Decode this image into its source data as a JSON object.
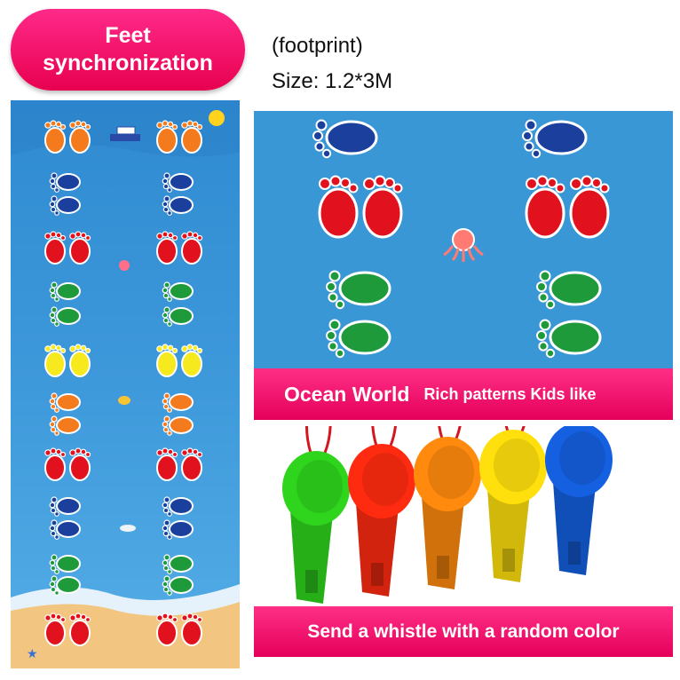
{
  "badge": {
    "line1": "Feet",
    "line2": "synchronization"
  },
  "info": {
    "line1": "(footprint)",
    "line2": "Size: 1.2*3M"
  },
  "ocean_panel": {
    "title": "Ocean World",
    "subtitle": "Rich patterns Kids like"
  },
  "whistle_panel": {
    "caption": "Send a whistle with a random color"
  },
  "colors": {
    "pink": "#e8004f",
    "mat_blue": "#3d94d6",
    "sand": "#f2c681",
    "foot_orange": "#f47a1e",
    "foot_blue": "#1a3f9c",
    "foot_red": "#e1121d",
    "foot_green": "#1f9a3a",
    "foot_yellow": "#f6ea1e"
  },
  "whistles": [
    {
      "color": "#2fd51d"
    },
    {
      "color": "#ff2b10"
    },
    {
      "color": "#ff8a0d"
    },
    {
      "color": "#ffe00c"
    },
    {
      "color": "#1560e0"
    }
  ]
}
